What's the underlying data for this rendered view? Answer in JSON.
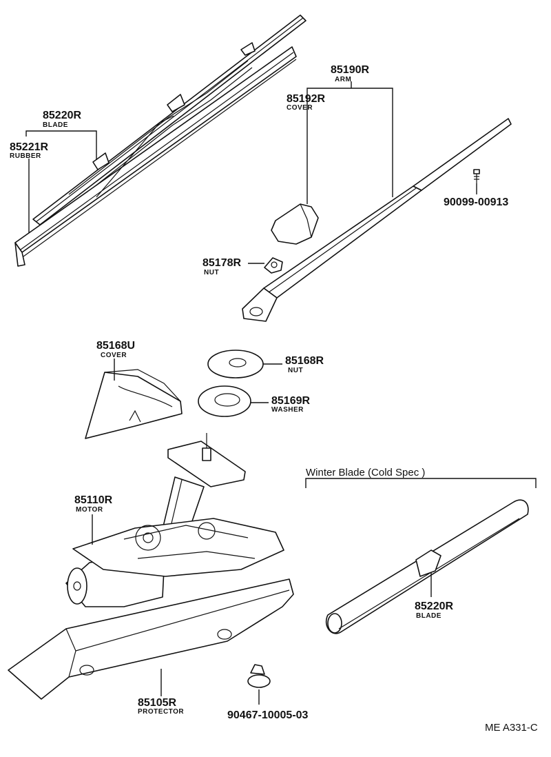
{
  "diagram": {
    "drawing_code": "ME A331-C",
    "winter_section": {
      "header": "Winter Blade (Cold Spec )"
    },
    "parts": [
      {
        "id": "blade-top",
        "part_number": "85220R",
        "name": "BLADE"
      },
      {
        "id": "rubber",
        "part_number": "85221R",
        "name": "RUBBER"
      },
      {
        "id": "arm",
        "part_number": "85190R",
        "name": "ARM"
      },
      {
        "id": "cover-arm",
        "part_number": "85192R",
        "name": "COVER"
      },
      {
        "id": "screw",
        "part_number": "90099-00913",
        "name": ""
      },
      {
        "id": "nut-arm",
        "part_number": "85178R",
        "name": "NUT"
      },
      {
        "id": "cover-motor",
        "part_number": "85168U",
        "name": "COVER"
      },
      {
        "id": "nut-pivot",
        "part_number": "85168R",
        "name": "NUT"
      },
      {
        "id": "washer",
        "part_number": "85169R",
        "name": "WASHER"
      },
      {
        "id": "motor",
        "part_number": "85110R",
        "name": "MOTOR"
      },
      {
        "id": "blade-winter",
        "part_number": "85220R",
        "name": "BLADE"
      },
      {
        "id": "protector",
        "part_number": "85105R",
        "name": "PROTECTOR"
      },
      {
        "id": "clip",
        "part_number": "90467-10005-03",
        "name": ""
      }
    ]
  }
}
